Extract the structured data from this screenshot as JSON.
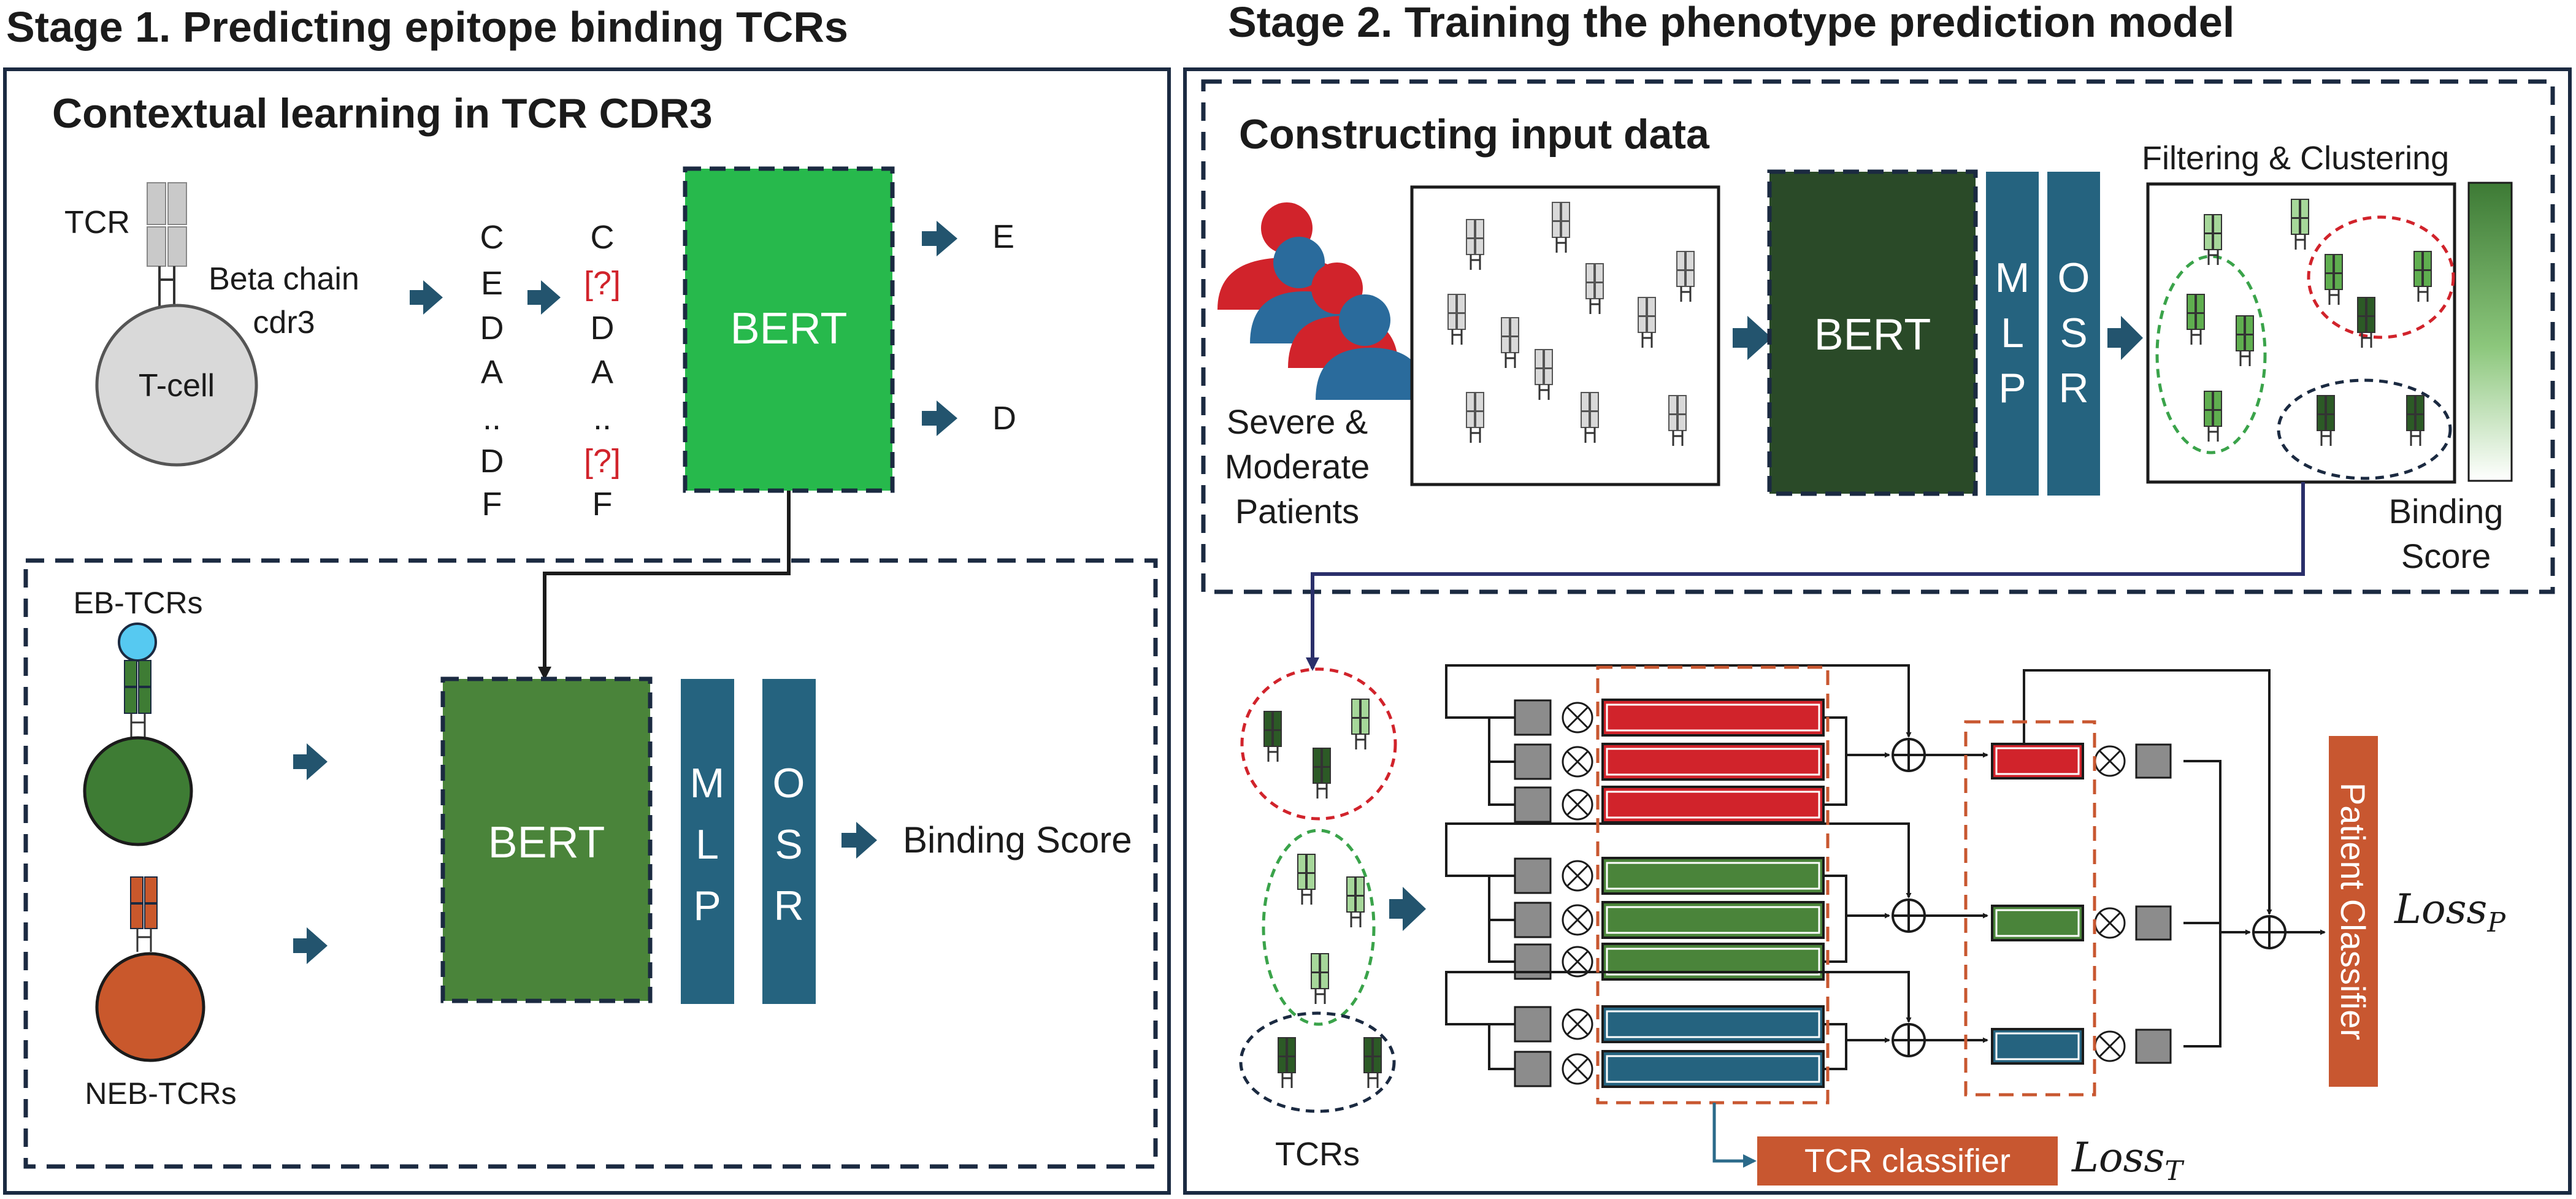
{
  "colors": {
    "navy": "#1b2a41",
    "bert_bright": "#27b94c",
    "bert_mid": "#4a843a",
    "bert_dark": "#2a4a28",
    "block_blue": "#25637f",
    "red": "#d1232b",
    "orange": "#c85730",
    "arrow": "#23546e",
    "tcr_gray": "#c9c9c9",
    "cell_gray": "#d9d9d9",
    "cell_green": "#3e7c34",
    "cell_orange": "#c9582c",
    "epitope_blue": "#56c9f1"
  },
  "stage1": {
    "title": "Stage 1. Predicting epitope binding TCRs",
    "subtitle": "Contextual learning in TCR CDR3",
    "tcr_label": "TCR",
    "beta_chain_label": "Beta chain",
    "cdr3_label": "cdr3",
    "tcell_label": "T-cell",
    "sequence": [
      "C",
      "E",
      "D",
      "A",
      "..",
      "D",
      "F"
    ],
    "masked_sequence": [
      "C",
      "[?]",
      "D",
      "A",
      "..",
      "[?]",
      "F"
    ],
    "predicted": [
      "E",
      "D"
    ],
    "bert_label": "BERT",
    "eb_label": "EB-TCRs",
    "neb_label": "NEB-TCRs",
    "bert2_label": "BERT",
    "mlp_letters": [
      "M",
      "L",
      "P"
    ],
    "osr_letters": [
      "O",
      "S",
      "R"
    ],
    "binding_score_label": "Binding Score"
  },
  "stage2": {
    "title": "Stage 2. Training the phenotype prediction model",
    "subtitle": "Constructing input data",
    "patients_lines": [
      "Severe &",
      "Moderate",
      "Patients"
    ],
    "bert_label": "BERT",
    "mlp_letters": [
      "M",
      "L",
      "P"
    ],
    "osr_letters": [
      "O",
      "S",
      "R"
    ],
    "filtering_label": "Filtering & Clustering",
    "binding_score_lines": [
      "Binding",
      "Score"
    ],
    "tcrs_label": "TCRs",
    "patient_classifier_label": "Patient Classifier",
    "tcr_classifier_label": "TCR classifier",
    "loss_p": "Loss",
    "loss_p_sub": "P",
    "loss_t": "Loss",
    "loss_t_sub": "T"
  }
}
